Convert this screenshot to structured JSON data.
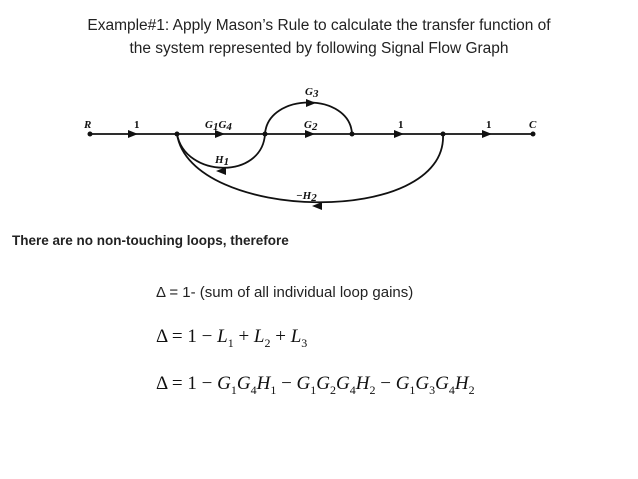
{
  "slide": {
    "title_line1": "Example#1: Apply Mason’s Rule to calculate the transfer function of",
    "title_line2": "the system represented by following Signal Flow Graph",
    "note": "There are no non-touching loops, therefore",
    "delta_definition": "Δ = 1- (sum of all individual loop gains)"
  },
  "graph": {
    "node_input": "R",
    "node_output": "C",
    "gain_r": "1",
    "gain_g1g4": "G",
    "gain_g1g4_sub1": "1",
    "gain_g1g4_mid": "G",
    "gain_g1g4_sub2": "4",
    "gain_g2": "G",
    "gain_g2_sub": "2",
    "gain_g3": "G",
    "gain_g3_sub": "3",
    "gain_h1": "H",
    "gain_h1_sub": "1",
    "gain_h2": "−H",
    "gain_h2_sub": "2",
    "gain_out1": "1",
    "gain_out2": "1"
  },
  "equations": {
    "eq1": {
      "lhs": "Δ = 1 −  ",
      "l1": "L",
      "l1_sub": "1",
      "plus1": " + ",
      "l2": "L",
      "l2_sub": "2",
      "plus2": " + ",
      "l3": "L",
      "l3_sub": "3"
    },
    "eq2": {
      "lhs": "Δ = 1 −  ",
      "t1": "G",
      "t1_s1": "1",
      "t1_b": "G",
      "t1_s2": "4",
      "t1_c": "H",
      "t1_s3": "1",
      "m1": " − ",
      "t2": "G",
      "t2_s1": "1",
      "t2_b": "G",
      "t2_s2": "2",
      "t2_c": "G",
      "t2_s3": "4",
      "t2_d": "H",
      "t2_s4": "2",
      "m2": " − ",
      "t3": "G",
      "t3_s1": "1",
      "t3_b": "G",
      "t3_s2": "3",
      "t3_c": "G",
      "t3_s3": "4",
      "t3_d": "H",
      "t3_s4": "2"
    }
  }
}
